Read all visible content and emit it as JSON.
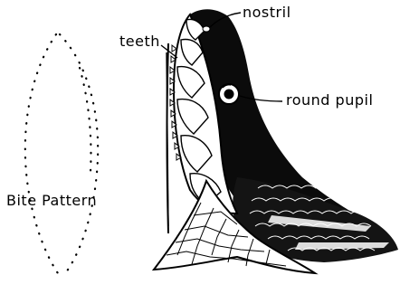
{
  "labels": {
    "nostril": "nostril",
    "teeth": "teeth",
    "pupil": "round pupil",
    "bite": "Bite Pattern"
  },
  "colors": {
    "ink": "#000000",
    "paper": "#ffffff"
  }
}
